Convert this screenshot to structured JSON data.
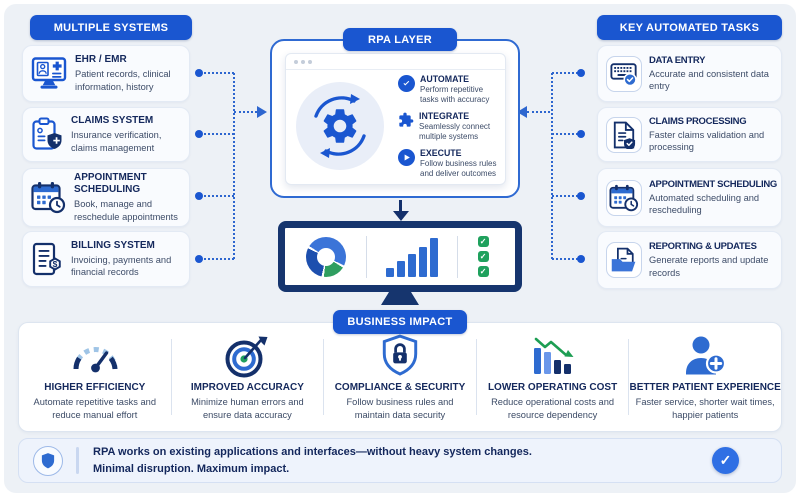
{
  "left_panel": {
    "title": "MULTIPLE SYSTEMS",
    "items": [
      {
        "icon": "ehr-monitor-icon",
        "title": "EHR / EMR",
        "desc": "Patient records, clinical information, history"
      },
      {
        "icon": "claims-clipboard-icon",
        "title": "CLAIMS SYSTEM",
        "desc": "Insurance verification, claims management"
      },
      {
        "icon": "calendar-clock-icon",
        "title": "APPOINTMENT SCHEDULING",
        "desc": "Book, manage and reschedule appointments"
      },
      {
        "icon": "billing-invoice-icon",
        "title": "BILLING SYSTEM",
        "desc": "Invoicing, payments and financial records"
      }
    ]
  },
  "rpa_layer": {
    "title": "RPA LAYER",
    "center_icon": "gear-sync-icon",
    "features": [
      {
        "icon": "check-circle-icon",
        "title": "AUTOMATE",
        "desc": "Perform repetitive tasks with accuracy"
      },
      {
        "icon": "puzzle-icon",
        "title": "INTEGRATE",
        "desc": "Seamlessly connect multiple systems"
      },
      {
        "icon": "play-circle-icon",
        "title": "EXECUTE",
        "desc": "Follow business rules and deliver outcomes"
      }
    ]
  },
  "right_panel": {
    "title": "KEY AUTOMATED TASKS",
    "items": [
      {
        "icon": "keyboard-check-icon",
        "title": "DATA ENTRY",
        "desc": "Accurate and consistent data entry"
      },
      {
        "icon": "document-shield-icon",
        "title": "CLAIMS PROCESSING",
        "desc": "Faster claims validation and processing"
      },
      {
        "icon": "calendar-clock-icon",
        "title": "APPOINTMENT SCHEDULING",
        "desc": "Automated scheduling and rescheduling"
      },
      {
        "icon": "folder-report-icon",
        "title": "REPORTING & UPDATES",
        "desc": "Generate reports and update records"
      }
    ]
  },
  "monitor": {
    "icon_donut": "donut-chart-icon",
    "icon_bars": "bar-chart-icon",
    "icon_checklist": "checklist-icon",
    "check_glyph": "✓"
  },
  "impact": {
    "title": "BUSINESS IMPACT",
    "items": [
      {
        "icon": "speedometer-icon",
        "title": "HIGHER EFFICIENCY",
        "desc": "Automate repetitive tasks and reduce manual effort"
      },
      {
        "icon": "target-arrow-icon",
        "title": "IMPROVED ACCURACY",
        "desc": "Minimize human errors and ensure data accuracy"
      },
      {
        "icon": "shield-lock-icon",
        "title": "COMPLIANCE & SECURITY",
        "desc": "Follow business rules and maintain data security"
      },
      {
        "icon": "declining-bars-icon",
        "title": "LOWER OPERATING COST",
        "desc": "Reduce operational costs and resource dependency"
      },
      {
        "icon": "patient-plus-icon",
        "title": "BETTER PATIENT EXPERIENCE",
        "desc": "Faster service, shorter wait times, happier patients"
      }
    ]
  },
  "footer": {
    "icon_left": "shield-icon",
    "line1": "RPA works on existing applications and interfaces—without heavy system changes.",
    "line2": "Minimal disruption. Maximum impact.",
    "icon_right": "check-circle-icon",
    "check_glyph": "✓"
  },
  "colors": {
    "primary_blue": "#1a56d0",
    "accent_blue": "#2e6bd0",
    "dark_navy": "#14306b",
    "green": "#21a05e",
    "panel_bg": "#edf1f6",
    "card_bg": "#f9fbfe"
  }
}
